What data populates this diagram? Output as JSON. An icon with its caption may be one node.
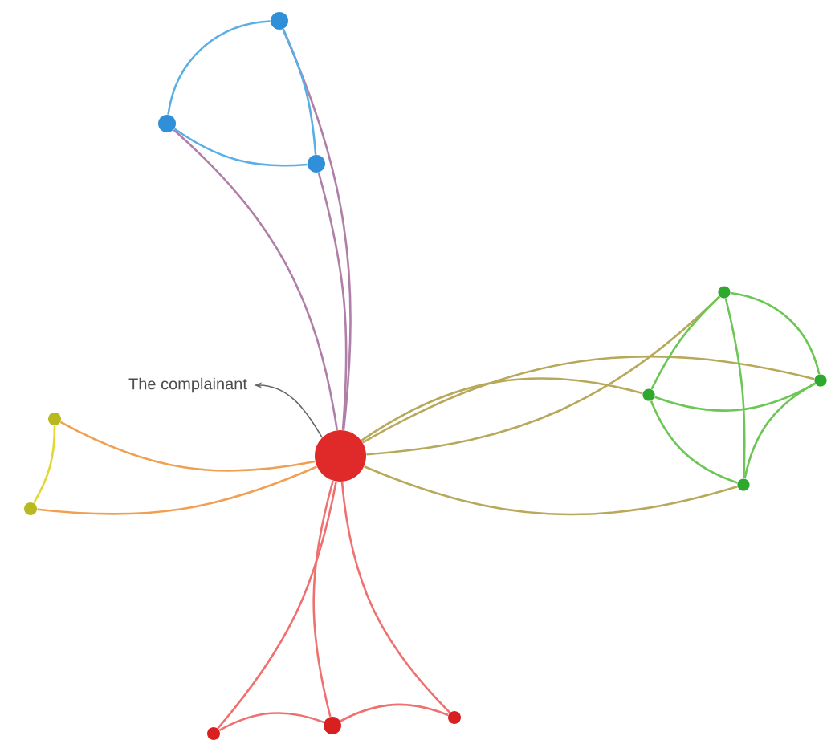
{
  "diagram": {
    "nodes": [
      {
        "text": [
          "The complainant"
        ]
      },
      {
        "text": [],
        "shape": "circle"
      },
      {
        "text": [],
        "shape": "circle"
      },
      {
        "text": [],
        "shape": "circle"
      },
      {
        "text": [],
        "shape": "circle"
      },
      {
        "text": [],
        "shape": "circle"
      },
      {
        "text": [],
        "shape": "circle"
      },
      {
        "text": [],
        "shape": "circle"
      },
      {
        "text": [],
        "shape": "circle"
      },
      {
        "text": [],
        "shape": "circle"
      },
      {
        "text": [],
        "shape": "circle"
      },
      {
        "text": [],
        "shape": "circle"
      },
      {
        "text": [],
        "shape": "circle"
      },
      {
        "text": [],
        "shape": "circle"
      }
    ],
    "edges": [
      {
        "from": 1,
        "to": 0,
        "arrow": "to",
        "color": "#666666"
      },
      {
        "from": 1,
        "to": 2,
        "arrow": "none",
        "color": "#b07fa8"
      },
      {
        "from": 1,
        "to": 3,
        "arrow": "none",
        "color": "#b07fa8"
      },
      {
        "from": 1,
        "to": 4,
        "arrow": "none",
        "color": "#b07fa8"
      },
      {
        "from": 2,
        "to": 3,
        "arrow": "none",
        "color": "#5aaee6"
      },
      {
        "from": 2,
        "to": 4,
        "arrow": "none",
        "color": "#5aaee6"
      },
      {
        "from": 3,
        "to": 4,
        "arrow": "none",
        "color": "#5aaee6"
      },
      {
        "from": 1,
        "to": 5,
        "arrow": "none",
        "color": "#b8a85a"
      },
      {
        "from": 1,
        "to": 6,
        "arrow": "none",
        "color": "#b8a85a"
      },
      {
        "from": 1,
        "to": 7,
        "arrow": "none",
        "color": "#b8a85a"
      },
      {
        "from": 1,
        "to": 8,
        "arrow": "none",
        "color": "#b8a85a"
      },
      {
        "from": 5,
        "to": 6,
        "arrow": "none",
        "color": "#6cc653"
      },
      {
        "from": 5,
        "to": 7,
        "arrow": "none",
        "color": "#6cc653"
      },
      {
        "from": 5,
        "to": 8,
        "arrow": "none",
        "color": "#6cc653"
      },
      {
        "from": 6,
        "to": 7,
        "arrow": "none",
        "color": "#6cc653"
      },
      {
        "from": 6,
        "to": 8,
        "arrow": "none",
        "color": "#6cc653"
      },
      {
        "from": 7,
        "to": 8,
        "arrow": "none",
        "color": "#6cc653"
      },
      {
        "from": 1,
        "to": 9,
        "arrow": "none",
        "color": "#f0a050"
      },
      {
        "from": 1,
        "to": 10,
        "arrow": "none",
        "color": "#f0a050"
      },
      {
        "from": 9,
        "to": 10,
        "arrow": "none",
        "color": "#e0d830"
      },
      {
        "from": 1,
        "to": 11,
        "arrow": "none",
        "color": "#f07070"
      },
      {
        "from": 1,
        "to": 12,
        "arrow": "none",
        "color": "#f07070"
      },
      {
        "from": 1,
        "to": 13,
        "arrow": "none",
        "color": "#f07070"
      },
      {
        "from": 11,
        "to": 12,
        "arrow": "none",
        "color": "#f07070"
      },
      {
        "from": 12,
        "to": 13,
        "arrow": "none",
        "color": "#f07070"
      }
    ]
  }
}
